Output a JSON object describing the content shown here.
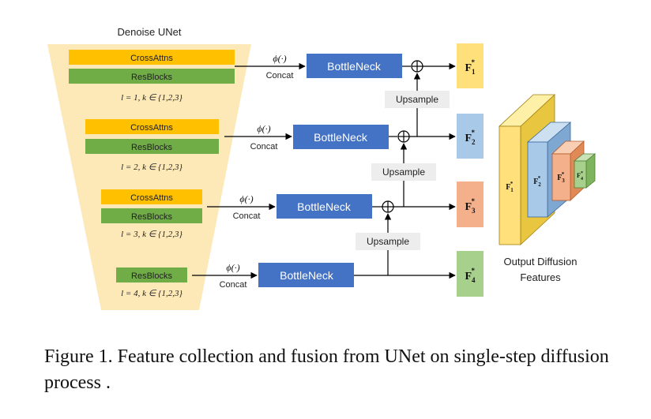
{
  "title": "Denoise UNet",
  "levels": [
    {
      "crossattn": "CrossAttns",
      "resblocks": "ResBlocks",
      "cond": "l = 1,  k ∈ {1,2,3}",
      "phi": "ϕ(·)",
      "concat": "Concat",
      "bottleneck": "BottleNeck",
      "feature": "F",
      "sub": "1",
      "sup": "*"
    },
    {
      "crossattn": "CrossAttns",
      "resblocks": "ResBlocks",
      "cond": "l = 2,  k ∈ {1,2,3}",
      "phi": "ϕ(·)",
      "concat": "Concat",
      "bottleneck": "BottleNeck",
      "feature": "F",
      "sub": "2",
      "sup": "*"
    },
    {
      "crossattn": "CrossAttns",
      "resblocks": "ResBlocks",
      "cond": "l = 3,  k ∈ {1,2,3}",
      "phi": "ϕ(·)",
      "concat": "Concat",
      "bottleneck": "BottleNeck",
      "feature": "F",
      "sub": "3",
      "sup": "*"
    },
    {
      "resblocks": "ResBlocks",
      "cond": "l = 4,  k ∈ {1,2,3}",
      "phi": "ϕ(·)",
      "concat": "Concat",
      "bottleneck": "BottleNeck",
      "feature": "F",
      "sub": "4",
      "sup": "*"
    }
  ],
  "upsample": [
    "Upsample",
    "Upsample",
    "Upsample"
  ],
  "output_label": [
    "Output Diffusion",
    "Features"
  ],
  "caption": "Figure 1. Feature collection and fusion from UNet on single-step diffusion process .",
  "colors": {
    "funnel": "#fde9b8",
    "crossattn": "#ffc000",
    "resblocks": "#70ad47",
    "bottleneck": "#4472c4",
    "upsample_bg": "#ededed",
    "f1": "#ffe07a",
    "f2": "#a9c9e8",
    "f3": "#f4b08a",
    "f4": "#a6d08c"
  }
}
